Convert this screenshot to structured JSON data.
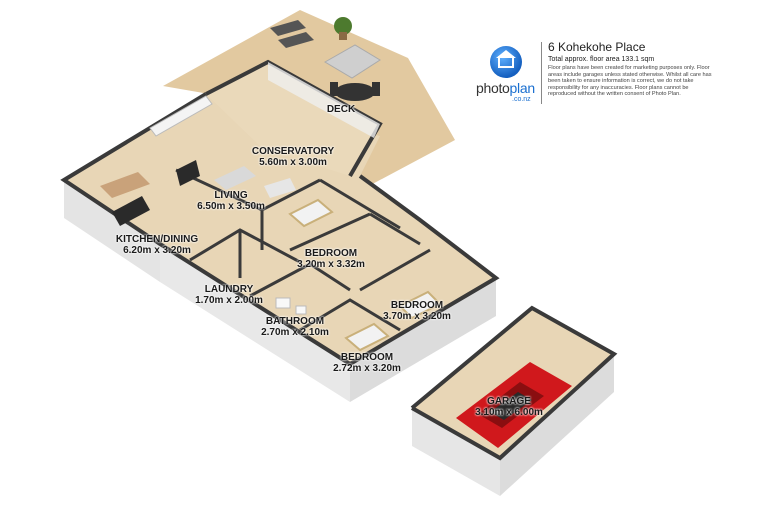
{
  "header": {
    "address": "6 Kohekohe Place",
    "floor_area": "Total approx. floor area 133.1 sqm",
    "disclaimer": "Floor plans have been created for marketing purposes only. Floor areas include garages unless stated otherwise. Whilst all care has been taken to ensure information is correct, we do not take responsibility for any inaccuracies. Floor plans cannot be reproduced without the written consent of Photo Plan."
  },
  "brand": {
    "name_part1": "photo",
    "name_part2": "plan",
    "domain": ".co.nz"
  },
  "rooms": [
    {
      "name": "DECK",
      "dims": ""
    },
    {
      "name": "CONSERVATORY",
      "dims": "5.60m x 3.00m"
    },
    {
      "name": "LIVING",
      "dims": "6.50m x 3.50m"
    },
    {
      "name": "KITCHEN/DINING",
      "dims": "6.20m x 3.20m"
    },
    {
      "name": "BEDROOM",
      "dims": "3.20m x 3.32m"
    },
    {
      "name": "LAUNDRY",
      "dims": "1.70m x 2.00m"
    },
    {
      "name": "BEDROOM",
      "dims": "3.70m x 3.20m"
    },
    {
      "name": "BATHROOM",
      "dims": "2.70m x 2.10m"
    },
    {
      "name": "BEDROOM",
      "dims": "2.72m x 3.20m"
    },
    {
      "name": "GARAGE",
      "dims": "3.10m x 6.00m"
    }
  ],
  "colors": {
    "deck": "#e2c9a0",
    "floor": "#e8d6b6",
    "wall_top": "#3a3a3a",
    "wall_side": "#e4e4e4",
    "car": "#d0181c"
  }
}
